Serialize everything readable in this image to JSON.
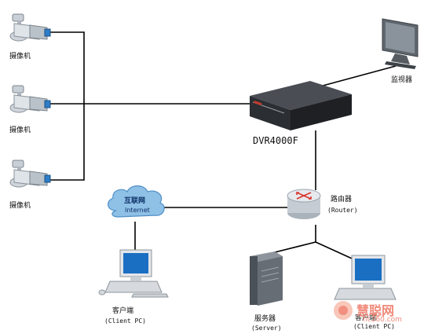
{
  "cameras": [
    {
      "label": "摄像机"
    },
    {
      "label": "摄像机"
    },
    {
      "label": "摄像机"
    }
  ],
  "dvr": {
    "label": "DVR4000F"
  },
  "monitor": {
    "label": "监视器"
  },
  "router": {
    "label": "路由器",
    "sublabel": "(Router)"
  },
  "internet": {
    "label": "互联网",
    "sublabel": "Internet"
  },
  "client_pc": {
    "label": "客户端",
    "sublabel": "(Client PC)"
  },
  "server": {
    "label": "服务器",
    "sublabel": "(Server)"
  },
  "client_pc2": {
    "label": "客户端",
    "sublabel": "(Client PC)"
  },
  "watermark": {
    "text": "慧聪网",
    "url": "hc360.com"
  },
  "colors": {
    "line": "#000000",
    "dvr_body": "#2f3236",
    "screen": "#1a74c6",
    "router": "#d9dde3",
    "cloud": "#7fb3df"
  }
}
